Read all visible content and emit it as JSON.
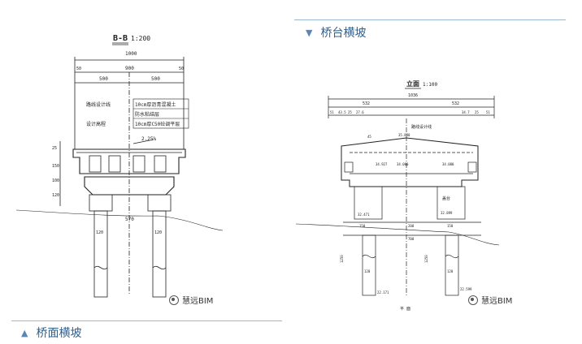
{
  "captions": {
    "right_title": "桥台横坡",
    "left_title": "桥面横坡"
  },
  "left_drawing": {
    "title": "B-B",
    "scale": "1:200",
    "dims_top": {
      "total": "1000",
      "edge_l": "50",
      "mid": "900",
      "edge_r": "50",
      "half_l": "500",
      "half_r": "500"
    },
    "labels": {
      "design_line": "路线设计线",
      "design_elev": "设计高程",
      "layer1": "10cm厚沥青混凝土",
      "layer2": "防水粘结层",
      "layer3": "10cm厚C50砼调平层",
      "slope": "2.25%",
      "span": "570",
      "pile_l": "120",
      "pile_r": "120"
    },
    "side_dims": [
      "25",
      "150",
      "100",
      "120"
    ],
    "watermark": "慧远BIM"
  },
  "right_drawing": {
    "title": "立面",
    "scale": "1:100",
    "dims_top": {
      "total": "1036",
      "half_l": "532",
      "half_r": "532",
      "a": "51",
      "b": "43.5",
      "c": "25",
      "d": "27.6",
      "e": "34.7",
      "f": "25",
      "g": "51"
    },
    "labels": {
      "design_line": "路线设计线",
      "elev_top": "35.880",
      "elev_l": "34.927",
      "elev_m": "34.080",
      "elev_r": "34.080",
      "cap": "盖台",
      "elev_pl": "32.471",
      "elev_pr": "32.899",
      "w1": "150",
      "w2": "200",
      "w3": "150",
      "span": "700",
      "pile_l": "120",
      "pile_r": "120",
      "bot_l": "22.171",
      "bot_r": "22.599",
      "len_l": "1250",
      "len_r": "1250",
      "bottom_note": "平 面",
      "angle": "45"
    },
    "watermark": "慧远BIM"
  },
  "colors": {
    "caption": "#2f5f8f",
    "rule": "#9db7cf",
    "line": "#222222"
  }
}
